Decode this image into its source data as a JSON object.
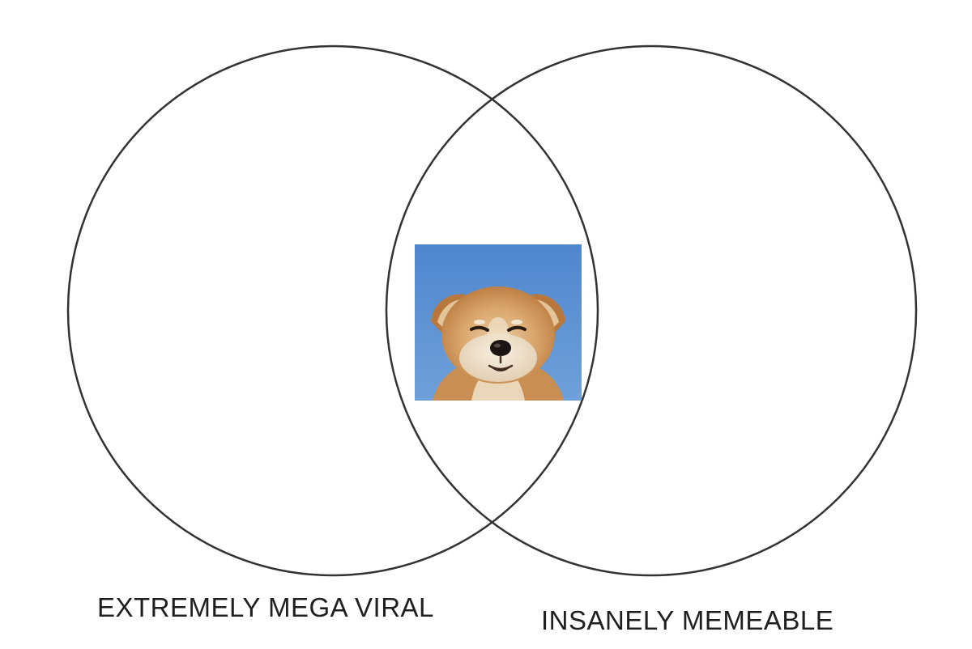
{
  "venn": {
    "left_set": {
      "label": "EXTREMELY MEGA VIRAL",
      "stroke_color": "#333333"
    },
    "right_set": {
      "label": "INSANELY MEMEABLE",
      "stroke_color": "#333333"
    },
    "intersection": {
      "image": "shiba-inu-puppy-photo",
      "sky_color": "#5b8fd0"
    }
  }
}
